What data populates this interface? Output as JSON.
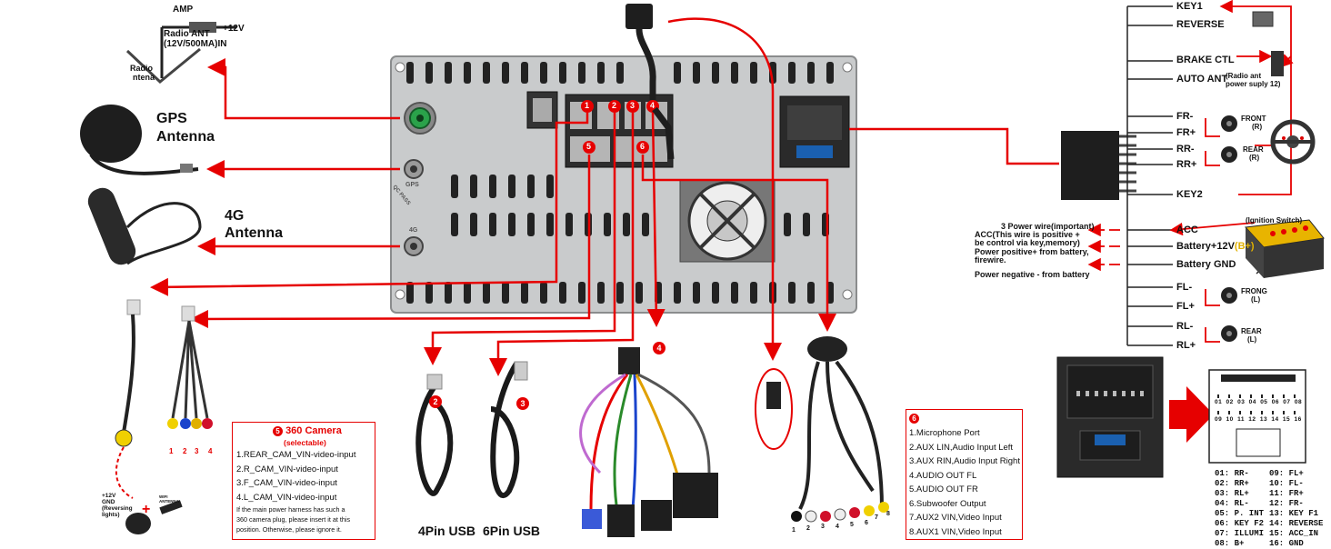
{
  "antenna": {
    "amp": "AMP",
    "plus12": "+12V",
    "radio_ant": "Radio ANT",
    "radio_ant_spec": "(12V/500MA)IN",
    "radio": "Radio",
    "antenna_small": "ntena"
  },
  "gps": {
    "line1": "GPS",
    "line2": "Antenna"
  },
  "g4": {
    "line1": "4G",
    "line2": "Antenna"
  },
  "unit_labels": {
    "gps": "GPS",
    "qc": "QC PASS",
    "g4": "4G"
  },
  "port_numbers": [
    "1",
    "2",
    "3",
    "4",
    "5",
    "6"
  ],
  "usb": {
    "usb4": "4Pin USB",
    "usb6": "6Pin USB",
    "tag2": "2",
    "tag3": "3",
    "tag4": "4"
  },
  "camera_box": {
    "title": "360 Camera",
    "title_num": "5",
    "subtitle": "(selectable)",
    "lines": [
      "1.REAR_CAM_VIN-video-input",
      "2.R_CAM_VIN-video-input",
      "3.F_CAM_VIN-video-input",
      "4.L_CAM_VIN-video-input"
    ],
    "note": [
      "If the main power harness has such a",
      "360 camera plug, please insert it at this",
      "position.  Otherwise, please ignore it."
    ],
    "plug_nums": [
      "1",
      "2",
      "3",
      "4"
    ],
    "reverse_note": [
      "+12V",
      "GND",
      "(Reversing",
      "lights)"
    ],
    "wifi": [
      "WIFI",
      "ANTENNA"
    ]
  },
  "aux_box": {
    "title_num": "6",
    "lines": [
      "1.Microphone Port",
      "2.AUX LIN,Audio Input Left",
      "3.AUX RIN,Audio Input Right",
      "4.AUDIO OUT FL",
      "5.AUDIO OUT FR",
      "6.Subwoofer Output",
      "7.AUX2 VIN,Video Input",
      "8.AUX1 VIN,Video Input"
    ],
    "plug_nums": [
      "1",
      "2",
      "3",
      "4",
      "5",
      "6",
      "7",
      "8"
    ]
  },
  "harness": {
    "key1": "KEY1",
    "reverse": "REVERSE",
    "brake": "BRAKE CTL",
    "auto_ant": "AUTO ANT",
    "auto_ant_note": "(Radio ant",
    "auto_ant_note2": "power suply 12)",
    "fr_minus": "FR-",
    "fr_plus": "FR+",
    "front_r": "FRONT",
    "front_r2": "(R)",
    "rr_minus": "RR-",
    "rr_plus": "RR+",
    "rear_r": "REAR",
    "rear_r2": "(R)",
    "key2": "KEY2",
    "acc": "ACC",
    "battery": "Battery+12V",
    "battery_b": "(B+)",
    "battery_gnd": "Battery GND",
    "fl_minus": "FL-",
    "fl_plus": "FL+",
    "frong_l": "FRONG",
    "frong_l2": "(L)",
    "rl_minus": "RL-",
    "rl_plus": "RL+",
    "rear_l": "REAR",
    "rear_l2": "(L)",
    "ignition": "(Ignition Switch)",
    "power3": "3 Power wire(important)",
    "acc_note1": "ACC(This wire is positive +",
    "acc_note2": "be control via key,memory)",
    "pos_note1": "Power positive+ from battery,",
    "pos_note2": "firewire.",
    "neg_note": "Power negative - from battery"
  },
  "pinout": {
    "top_row": [
      "01",
      "02",
      "03",
      "04",
      "05",
      "06",
      "07",
      "08"
    ],
    "bot_row": [
      "09",
      "10",
      "11",
      "12",
      "13",
      "14",
      "15",
      "16"
    ],
    "table_left": [
      "01:  RR-",
      "02:  RR+",
      "03:  RL+",
      "04:  RL-",
      "05:  P. INT",
      "06:  KEY F2",
      "07:  ILLUMI",
      "08:  B+"
    ],
    "table_right": [
      "09:  FL+",
      "10:  FL-",
      "11:  FR+",
      "12:  FR-",
      "13:  KEY F1",
      "14:  REVERSE",
      "15:  ACC_IN",
      "16:  GND"
    ]
  },
  "colors": {
    "accent": "#e60000",
    "blue_note": "#1a1aff",
    "unit_gray": "#c9cbcc"
  }
}
